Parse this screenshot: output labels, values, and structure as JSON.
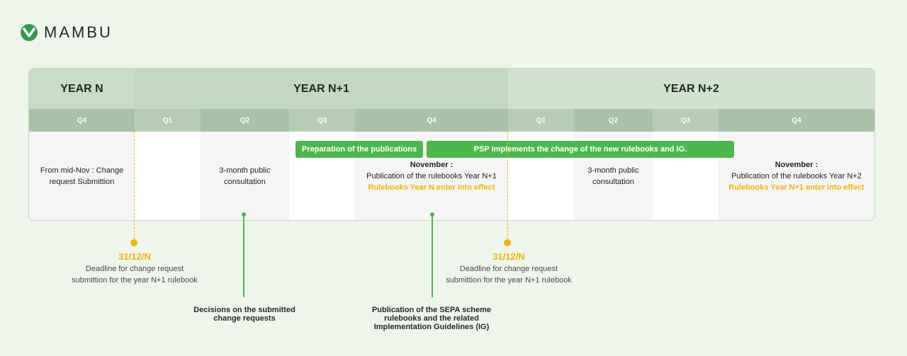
{
  "brand": {
    "name": "MAMBU",
    "color": "#2e9c4e",
    "icon": "mambu-logo-icon"
  },
  "years": [
    {
      "label": "YEAR N"
    },
    {
      "label": "YEAR N+1"
    },
    {
      "label": "YEAR N+2"
    }
  ],
  "quarters": [
    "Q4",
    "Q1",
    "Q2",
    "Q3",
    "Q4",
    "Q1",
    "Q2",
    "Q3",
    "Q4"
  ],
  "cells": {
    "c0": "From mid-Nov : Change request Submittion",
    "c2": "3-month public consultation",
    "c4_title": "November :",
    "c4_text": "Publication of the rulebooks Year N+1",
    "c4_hl": "Rulebooks Year N enter into effect",
    "c6": "3-month public consultation",
    "c8_title": "November :",
    "c8_text": "Publication of the rulebooks Year N+2",
    "c8_hl": "Rulebooks Year N+1 enter into effect"
  },
  "bars": {
    "prep": "Preparation of the publications",
    "psp": "PSP implements the change of the new rulebooks and IG."
  },
  "deadlines": [
    {
      "date": "31/12/N",
      "text": "Deadline for change request submittion for the year N+1 rulebook"
    },
    {
      "date": "31/12/N",
      "text": "Deadline for change request submittion for the year N+1 rulebook"
    }
  ],
  "notes": {
    "decisions": "Decisions on the submitted change requests",
    "publication": "Publication of the SEPA scheme rulebooks and the related Implementation Guidelines (IG)"
  },
  "colors": {
    "accent_green": "#4cb84c",
    "highlight_yellow": "#f5b400",
    "header_green": "#c8dcc6",
    "quarter_green": "#a3bfa3"
  }
}
